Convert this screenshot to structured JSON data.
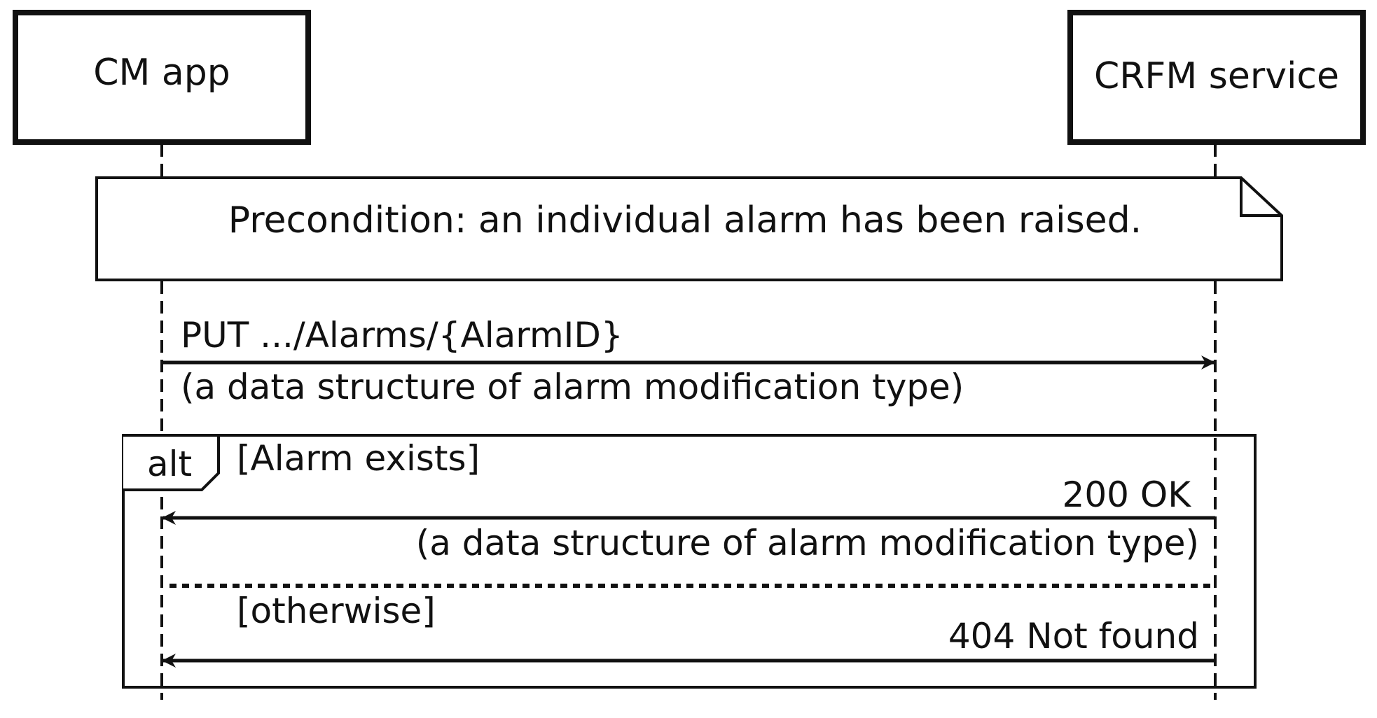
{
  "participants": {
    "left": "CM app",
    "right": "CRFM service"
  },
  "note": "Precondition: an individual alarm has been raised.",
  "request": {
    "line1": "PUT .../Alarms/{AlarmID}",
    "line2": "(a data structure of alarm modification type)"
  },
  "alt": {
    "tag": "alt",
    "guard1": "[Alarm exists]",
    "response1": {
      "line1": "200 OK",
      "line2": "(a data structure of alarm modification type)"
    },
    "guard2": "[otherwise]",
    "response2": "404 Not found"
  }
}
